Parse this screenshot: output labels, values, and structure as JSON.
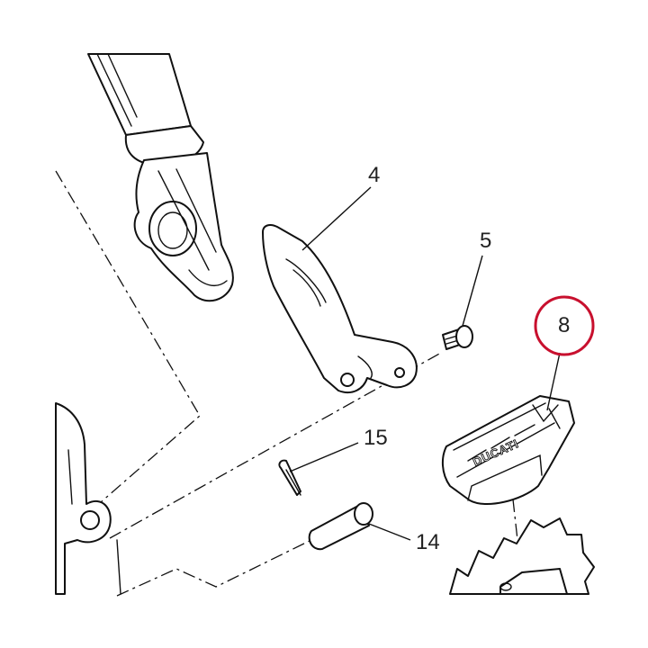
{
  "diagram": {
    "highlight_color": "#c8102e",
    "callouts": [
      {
        "id": "4",
        "label": "4"
      },
      {
        "id": "5",
        "label": "5"
      },
      {
        "id": "8",
        "label": "8",
        "highlighted": true
      },
      {
        "id": "14",
        "label": "14"
      },
      {
        "id": "15",
        "label": "15"
      }
    ],
    "brand_mark": "DUCATI"
  }
}
